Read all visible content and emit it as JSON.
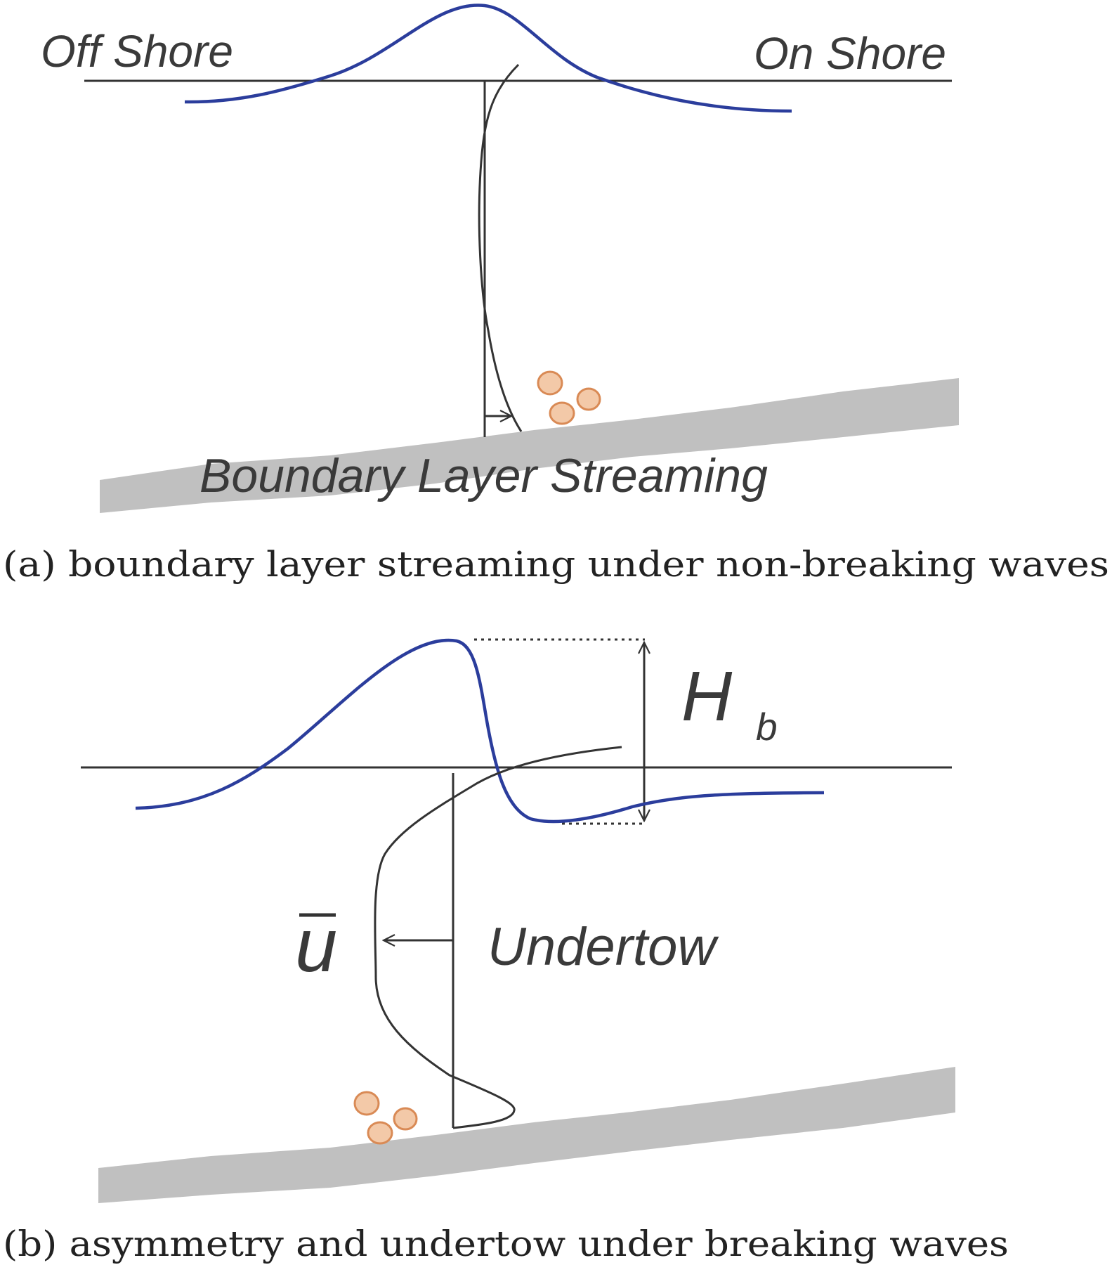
{
  "panel_a": {
    "off_shore_label": "Off Shore",
    "on_shore_label": "On Shore",
    "streaming_label": "Boundary Layer Streaming",
    "caption": "(a) boundary layer streaming under non-breaking waves"
  },
  "panel_b": {
    "height_symbol": "H",
    "height_subscript": "b",
    "velocity_symbol": "u",
    "undertow_label": "Undertow",
    "caption": "(b) asymmetry and undertow under breaking waves"
  },
  "colors": {
    "wave": "#2b3d9c",
    "seabed": "#c0c0c0",
    "line": "#333333",
    "sediment_fill": "#f3c9a8",
    "sediment_stroke": "#d98a55"
  }
}
